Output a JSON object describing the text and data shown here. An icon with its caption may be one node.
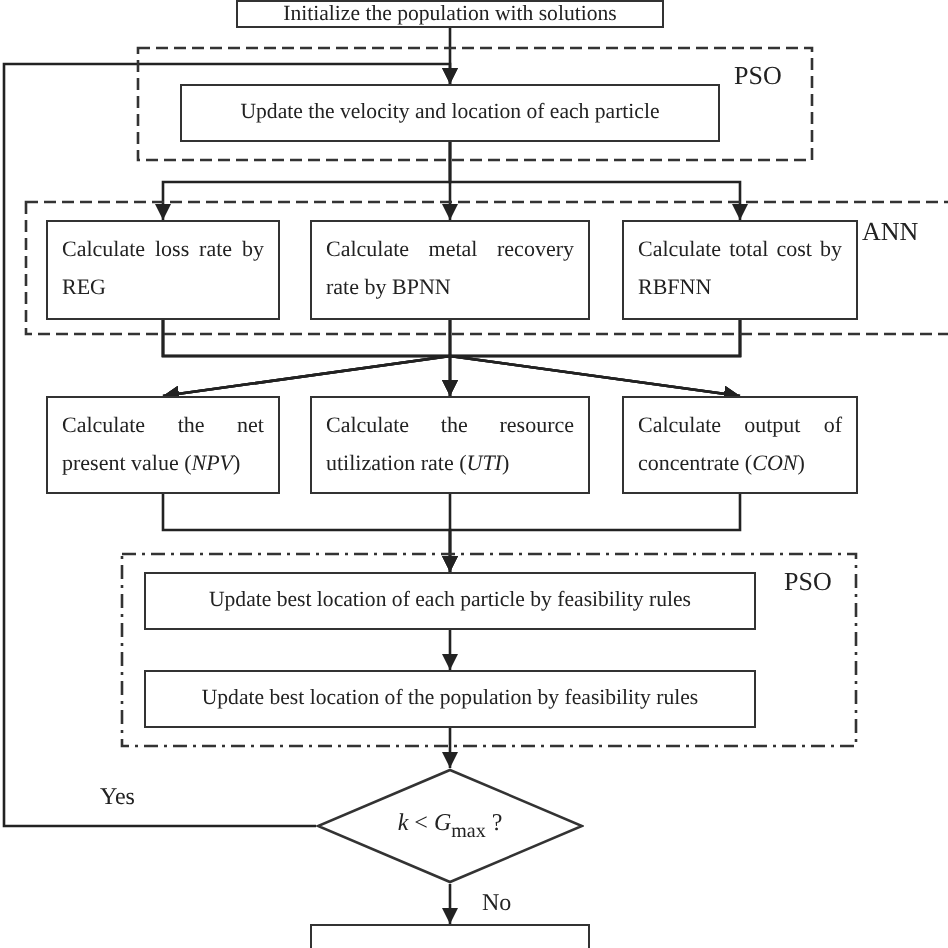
{
  "diagram": {
    "nodes": [
      {
        "text": [
          "Initialize the population with solutions"
        ]
      },
      {
        "text": [
          "PSO"
        ]
      },
      {
        "text": [
          "Update the velocity and location of each particle"
        ],
        "in": 1
      },
      {
        "text": [
          "ANN"
        ]
      },
      {
        "text": [
          "Calculate loss rate by REG"
        ],
        "in": 3
      },
      {
        "text": [
          "Calculate metal recovery rate by BPNN"
        ],
        "in": 3
      },
      {
        "text": [
          "Calculate total cost by RBFNN"
        ],
        "in": 3
      },
      {
        "text": [
          "Calculate the net present value (*NPV*)"
        ]
      },
      {
        "text": [
          "Calculate the resource utilization rate (*UTI*)"
        ]
      },
      {
        "text": [
          "Calculate output of concentrate (*CON*)"
        ]
      },
      {
        "text": [
          "PSO"
        ]
      },
      {
        "text": [
          "Update best location of each particle by feasibility rules"
        ],
        "in": 10
      },
      {
        "text": [
          "Update best location of the population by feasibility rules"
        ],
        "in": 10
      },
      {
        "text": [
          "*k* < *G*$_{max}$ ?"
        ]
      },
      {
        "text": [],
        "shape": "box"
      }
    ],
    "edges": [
      {
        "from": 0,
        "to": 2,
        "arrow": "to"
      },
      {
        "from": 13,
        "to": 2,
        "arrow": "to",
        "label": "Yes"
      },
      {
        "from": 2,
        "to": 4,
        "arrow": "to"
      },
      {
        "from": 2,
        "to": 5,
        "arrow": "to"
      },
      {
        "from": 2,
        "to": 6,
        "arrow": "to"
      },
      {
        "from": 4,
        "to": 7,
        "arrow": "to"
      },
      {
        "from": 4,
        "to": 8,
        "arrow": "to"
      },
      {
        "from": 4,
        "to": 9,
        "arrow": "to"
      },
      {
        "from": 5,
        "to": 7,
        "arrow": "to"
      },
      {
        "from": 5,
        "to": 8,
        "arrow": "to"
      },
      {
        "from": 5,
        "to": 9,
        "arrow": "to"
      },
      {
        "from": 6,
        "to": 7,
        "arrow": "to"
      },
      {
        "from": 6,
        "to": 8,
        "arrow": "to"
      },
      {
        "from": 6,
        "to": 9,
        "arrow": "to"
      },
      {
        "from": 7,
        "to": 11,
        "arrow": "to"
      },
      {
        "from": 8,
        "to": 11,
        "arrow": "to"
      },
      {
        "from": 9,
        "to": 11,
        "arrow": "to"
      },
      {
        "from": 11,
        "to": 12,
        "arrow": "to"
      },
      {
        "from": 12,
        "to": 13,
        "arrow": "to"
      },
      {
        "from": 13,
        "to": 14,
        "arrow": "to",
        "label": "No"
      }
    ]
  }
}
